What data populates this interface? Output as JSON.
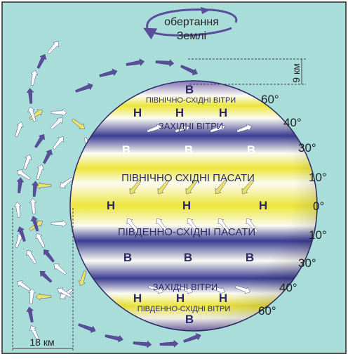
{
  "colors": {
    "background": "#a9ddd9",
    "frame": "#555555",
    "globe_yellow": "#ece53a",
    "globe_white": "#fbfbf2",
    "globe_blue": "#3b3d93",
    "arrow_purple": "#5a4d9a",
    "arrow_yellow": "#ebe26a",
    "dimension_line": "#444444"
  },
  "rotation_label": {
    "line1": "обертання",
    "line2": "Землі"
  },
  "dimension_top": "9 км",
  "dimension_bottom": "18 км",
  "belts": {
    "north_wind": "ПІВНІЧНО-СХІДНІ ВІТРИ",
    "north_westerlies": "ЗАХІДНІ ВІТРИ",
    "north_trades": "ПІВНІЧНО СХІДНІ ПАСАТИ",
    "south_trades": "ПІВДЕННО-СХІДНІ ПАСАТИ",
    "south_westerlies": "ЗАХІДНІ ВІТРИ",
    "south_wind": "ПІВДЕННО-СХІДНІ ВІТРИ"
  },
  "pressure": {
    "north_pole": "В",
    "n60": [
      "Н",
      "Н",
      "Н"
    ],
    "n30": [
      "В",
      "В",
      "В"
    ],
    "equator": [
      "Н",
      "Н",
      "Н"
    ],
    "s30": [
      "В",
      "В",
      "В"
    ],
    "s60": [
      "Н",
      "Н",
      "Н"
    ],
    "south_pole": "В"
  },
  "latitudes": {
    "n60": "60°",
    "n40": "40°",
    "n30": "30°",
    "n10": "10°",
    "eq": "0°",
    "s10": "10°",
    "s30": "30°",
    "s40": "40°",
    "s60": "60°"
  },
  "icons": {
    "rotation": "curved-rotation-arrow-icon",
    "wind": "wind-arrow-icon",
    "cell": "circulation-arrow-icon"
  }
}
